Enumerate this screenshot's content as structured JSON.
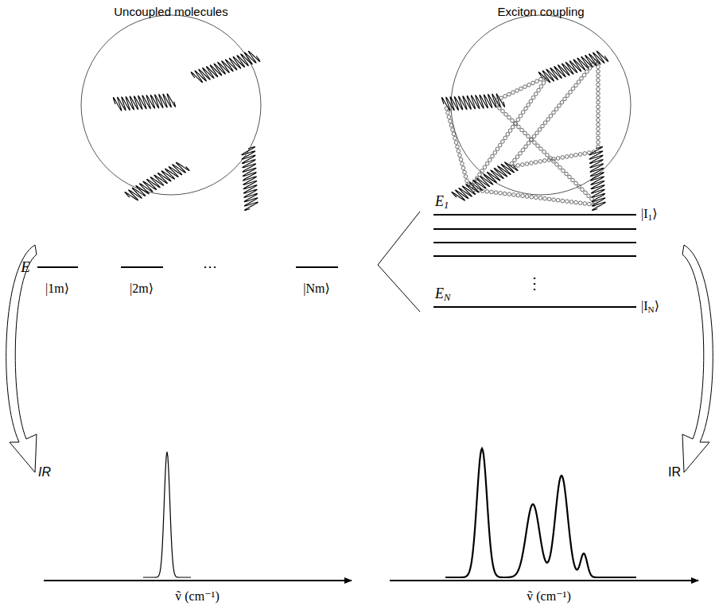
{
  "diagram": {
    "labels": [
      "Uncoupled molecules",
      "Exciton coupling",
      "E",
      "|1m⟩",
      "|2m⟩",
      "⋯",
      "|Nm⟩",
      "E1",
      "|I1⟩",
      "⋮",
      "EN",
      "|IN⟩",
      "IR",
      "IR",
      "ṽ (cm⁻¹)",
      "ṽ (cm⁻¹)"
    ]
  }
}
